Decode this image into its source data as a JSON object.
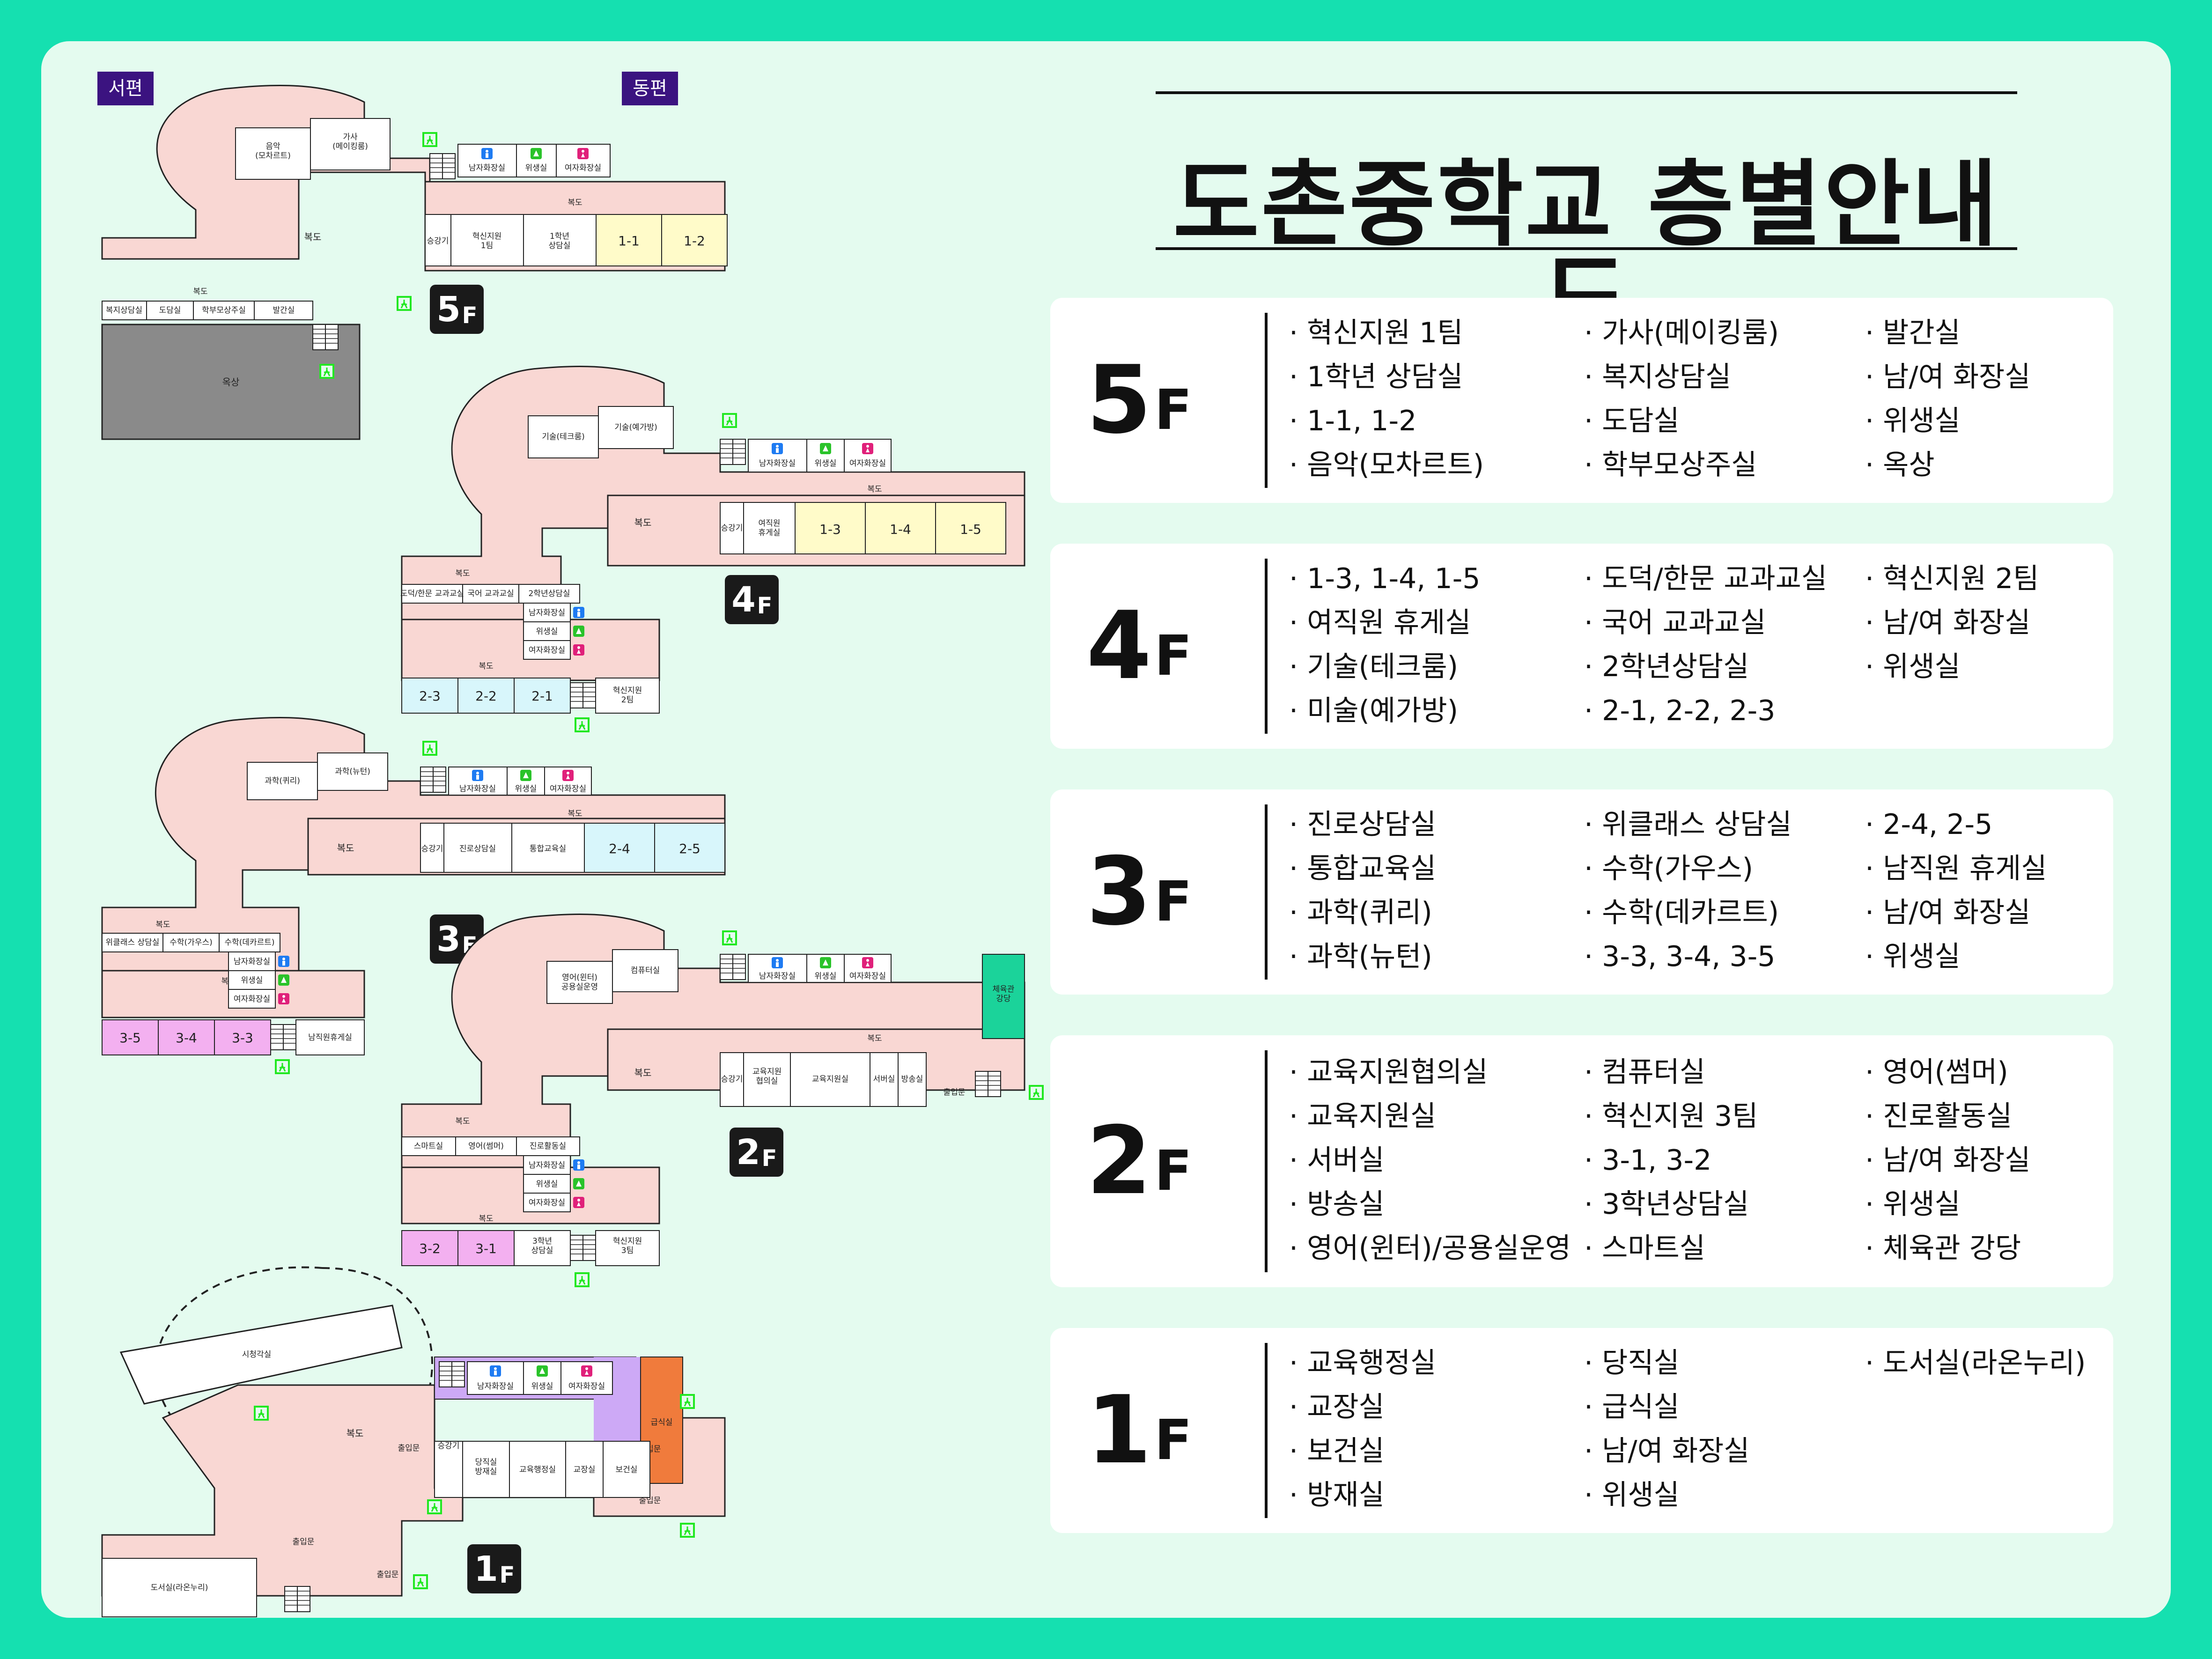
{
  "title": "도촌중학교 층별안내도",
  "wings": {
    "west": "서편",
    "east": "동편"
  },
  "exit_label": "EXIT",
  "colors": {
    "background": "#15e0b0",
    "board": "#e4fbef",
    "corridor": "#f9d7d3",
    "grade1_room": "#fffbc9",
    "grade2_room": "#d8f6fb",
    "grade3_room": "#f3b0f0",
    "rooftop": "#8a8a8a",
    "gym": "#1bd39a",
    "cafeteria": "#f07b3c",
    "lavender_corridor": "#cda9f6",
    "exit_green": "#22e822",
    "mens_restroom": "#1e7bf2",
    "womens_restroom": "#e0207a",
    "sanitary": "#2ac32a"
  },
  "floor_plans": {
    "f5": {
      "badge_num": "5",
      "badge_f": "F",
      "music": "음악\n(모차르트)",
      "homeec": "가사\n(메이킹룸)",
      "corridor_main": "복도",
      "corridor_east": "복도",
      "corridor_west": "복도",
      "mens": "남자화장실",
      "sanitary": "위생실",
      "womens": "여자화장실",
      "elevator": "승강기",
      "innov1": "혁신지원\n1팀",
      "g1counsel": "1학년\n상담실",
      "r11": "1-1",
      "r12": "1-2",
      "welfare": "복지상담실",
      "guidance": "도담실",
      "parent": "학부모상주실",
      "publish": "발간실",
      "roof": "옥상"
    },
    "f4": {
      "badge_num": "4",
      "badge_f": "F",
      "tech": "기술(테크룸)",
      "art": "기술(예가방)",
      "corridor_main": "복도",
      "corridor_east": "복도",
      "corridor_west": "복도",
      "corridor_south": "복도",
      "mens": "남자화장실",
      "sanitary": "위생실",
      "womens": "여자화장실",
      "elevator": "승강기",
      "staff": "여직원\n휴게실",
      "r13": "1-3",
      "r14": "1-4",
      "r15": "1-5",
      "ethics": "도덕/한문 교과교실",
      "korean": "국어 교과교실",
      "g2counsel": "2학년상담실",
      "mens2": "남자화장실",
      "sanitary2": "위생실",
      "womens2": "여자화장실",
      "r23": "2-3",
      "r22": "2-2",
      "r21": "2-1",
      "innov2": "혁신지원\n2팀"
    },
    "f3": {
      "badge_num": "3",
      "badge_f": "F",
      "sci1": "과학(퀴리)",
      "sci2": "과학(뉴턴)",
      "corridor_main": "복도",
      "corridor_east": "복도",
      "corridor_west": "복도",
      "corridor_south": "복도",
      "mens": "남자화장실",
      "sanitary": "위생실",
      "womens": "여자화장실",
      "elevator": "승강기",
      "career": "진로상담실",
      "integrated": "통합교육실",
      "r24": "2-4",
      "r25": "2-5",
      "wee": "위클래스 상담실",
      "math1": "수학(가우스)",
      "math2": "수학(데카르트)",
      "mens2": "남자화장실",
      "sanitary2": "위생실",
      "womens2": "여자화장실",
      "r35": "3-5",
      "r34": "3-4",
      "r33": "3-3",
      "malestaff": "남직원휴게실"
    },
    "f2": {
      "badge_num": "2",
      "badge_f": "F",
      "english": "영어(윈터)\n공용실운영",
      "computer": "컴퓨터실",
      "corridor_main": "복도",
      "corridor_east": "복도",
      "corridor_west": "복도",
      "corridor_south": "복도",
      "mens": "남자화장실",
      "sanitary": "위생실",
      "womens": "여자화장실",
      "gym": "체육관\n강당",
      "elevator": "승강기",
      "eduassoc": "교육지원\n협의실",
      "edusupport": "교육지원실",
      "server": "서버실",
      "broadcast": "방송실",
      "entrance": "출입문",
      "smart": "스마트실",
      "english2": "영어(썸머)",
      "careeract": "진로활동실",
      "mens2": "남자화장실",
      "sanitary2": "위생실",
      "womens2": "여자화장실",
      "r32": "3-2",
      "r31": "3-1",
      "g3counsel": "3학년\n상담실",
      "innov3": "혁신지원\n3팀"
    },
    "f1": {
      "badge_num": "1",
      "badge_f": "F",
      "audiovisual": "시청각실",
      "mens": "남자화장실",
      "sanitary": "위생실",
      "womens": "여자화장실",
      "cafeteria": "급식실",
      "corridor_main": "복도",
      "entrance1": "출입문",
      "entrance2": "출입문",
      "entrance3": "출입문",
      "entrance4": "출입문",
      "elevator": "승강기",
      "duty": "당직실\n방재실",
      "admin": "교육행정실",
      "principal": "교장실",
      "health": "보건실",
      "library": "도서실(라온누리)"
    }
  },
  "cards": [
    {
      "floor_num": "5",
      "floor_f": "F",
      "columns": [
        [
          "혁신지원 1팀",
          "1학년 상담실",
          "1-1, 1-2",
          "음악(모차르트)"
        ],
        [
          "가사(메이킹룸)",
          "복지상담실",
          "도담실",
          "학부모상주실"
        ],
        [
          "발간실",
          "남/여 화장실",
          "위생실",
          "옥상"
        ]
      ]
    },
    {
      "floor_num": "4",
      "floor_f": "F",
      "columns": [
        [
          "1-3, 1-4, 1-5",
          "여직원 휴게실",
          "기술(테크룸)",
          "미술(예가방)"
        ],
        [
          "도덕/한문 교과교실",
          "국어 교과교실",
          "2학년상담실",
          "2-1, 2-2, 2-3"
        ],
        [
          "혁신지원 2팀",
          "남/여 화장실",
          "위생실"
        ]
      ]
    },
    {
      "floor_num": "3",
      "floor_f": "F",
      "columns": [
        [
          "진로상담실",
          "통합교육실",
          "과학(퀴리)",
          "과학(뉴턴)"
        ],
        [
          "위클래스 상담실",
          "수학(가우스)",
          "수학(데카르트)",
          "3-3, 3-4, 3-5"
        ],
        [
          "2-4, 2-5",
          "남직원 휴게실",
          "남/여 화장실",
          "위생실"
        ]
      ]
    },
    {
      "floor_num": "2",
      "floor_f": "F",
      "columns": [
        [
          "교육지원협의실",
          "교육지원실",
          "서버실",
          "방송실",
          "영어(윈터)/공용실운영"
        ],
        [
          "컴퓨터실",
          "혁신지원 3팀",
          "3-1, 3-2",
          "3학년상담실",
          "스마트실"
        ],
        [
          "영어(썸머)",
          "진로활동실",
          "남/여 화장실",
          "위생실",
          "체육관 강당"
        ]
      ]
    },
    {
      "floor_num": "1",
      "floor_f": "F",
      "columns": [
        [
          "교육행정실",
          "교장실",
          "보건실",
          "방재실"
        ],
        [
          "당직실",
          "급식실",
          "남/여 화장실",
          "위생실"
        ],
        [
          "도서실(라온누리)"
        ]
      ]
    }
  ]
}
